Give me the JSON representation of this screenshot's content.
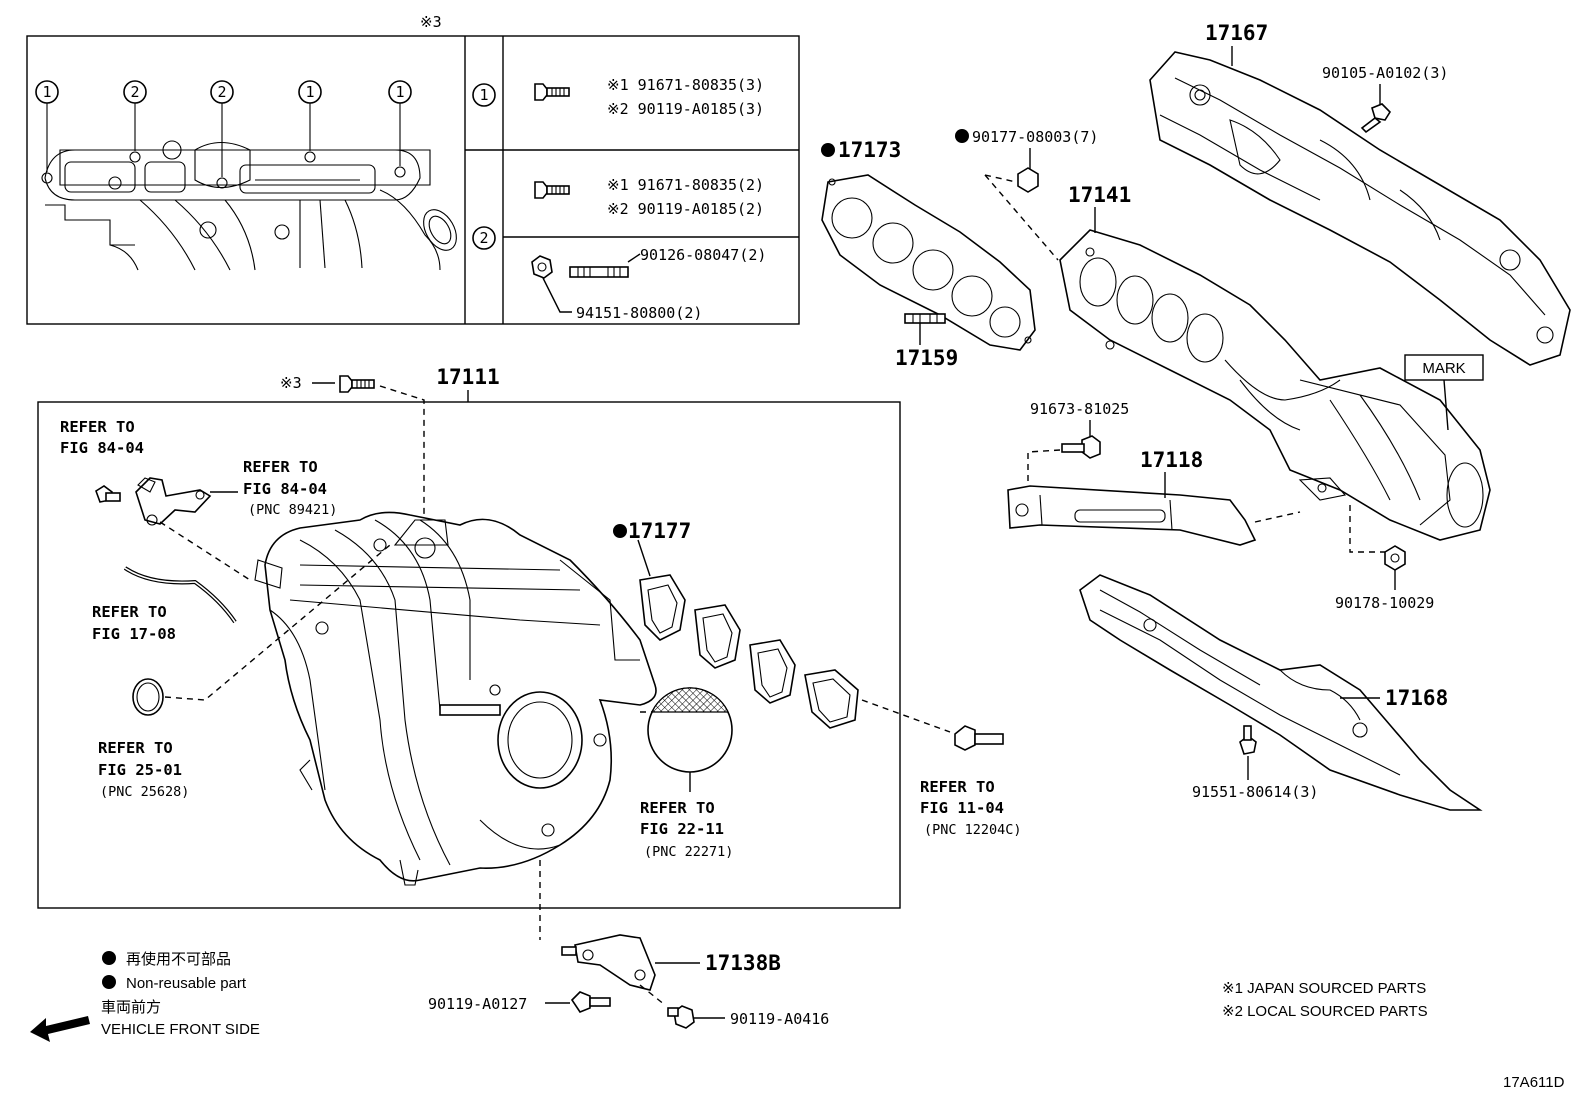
{
  "inset": {
    "title": "※3",
    "callouts": [
      "1",
      "2",
      "2",
      "1",
      "1"
    ],
    "legend_keys": [
      "1",
      "2"
    ],
    "bolt1_lines": [
      "※1 91671-80835(3)",
      "※2 90119-A0185(3)"
    ],
    "bolt2_lines": [
      "※1 91671-80835(2)",
      "※2 90119-A0185(2)"
    ],
    "stud": "90126-08047(2)",
    "nut": "94151-80800(2)"
  },
  "parts": {
    "p17167": "17167",
    "p90105": "90105-A0102(3)",
    "p17173": "17173",
    "p90177_08003": "90177-08003(7)",
    "p17141": "17141",
    "p17159": "17159",
    "p91673": "91673-81025",
    "p17118": "17118",
    "mark": "MARK",
    "p90178": "90178-10029",
    "p17168": "17168",
    "p91551": "91551-80614(3)",
    "p17111": "17111",
    "x3": "※3",
    "p17177": "17177",
    "p17138b": "17138B",
    "p90119_a0127": "90119-A0127",
    "p90119_a0416": "90119-A0416"
  },
  "refs": {
    "r1": [
      "REFER TO",
      "FIG 84-04"
    ],
    "r2": [
      "REFER TO",
      "FIG 84-04",
      "(PNC 89421)"
    ],
    "r3": [
      "REFER TO",
      "FIG 17-08"
    ],
    "r4": [
      "REFER TO",
      "FIG 25-01",
      "(PNC 25628)"
    ],
    "r5": [
      "REFER TO",
      "FIG 22-11",
      "(PNC 22271)"
    ],
    "r6": [
      "REFER TO",
      "FIG 11-04",
      "(PNC 12204C)"
    ]
  },
  "legend": {
    "jp": "再使用不可部品",
    "en": "Non-reusable part",
    "front_jp": "車両前方",
    "front_en": "VEHICLE FRONT SIDE"
  },
  "notes": {
    "n1": "※1 JAPAN SOURCED PARTS",
    "n2": "※2 LOCAL SOURCED PARTS"
  },
  "figure_code": "17A611D"
}
